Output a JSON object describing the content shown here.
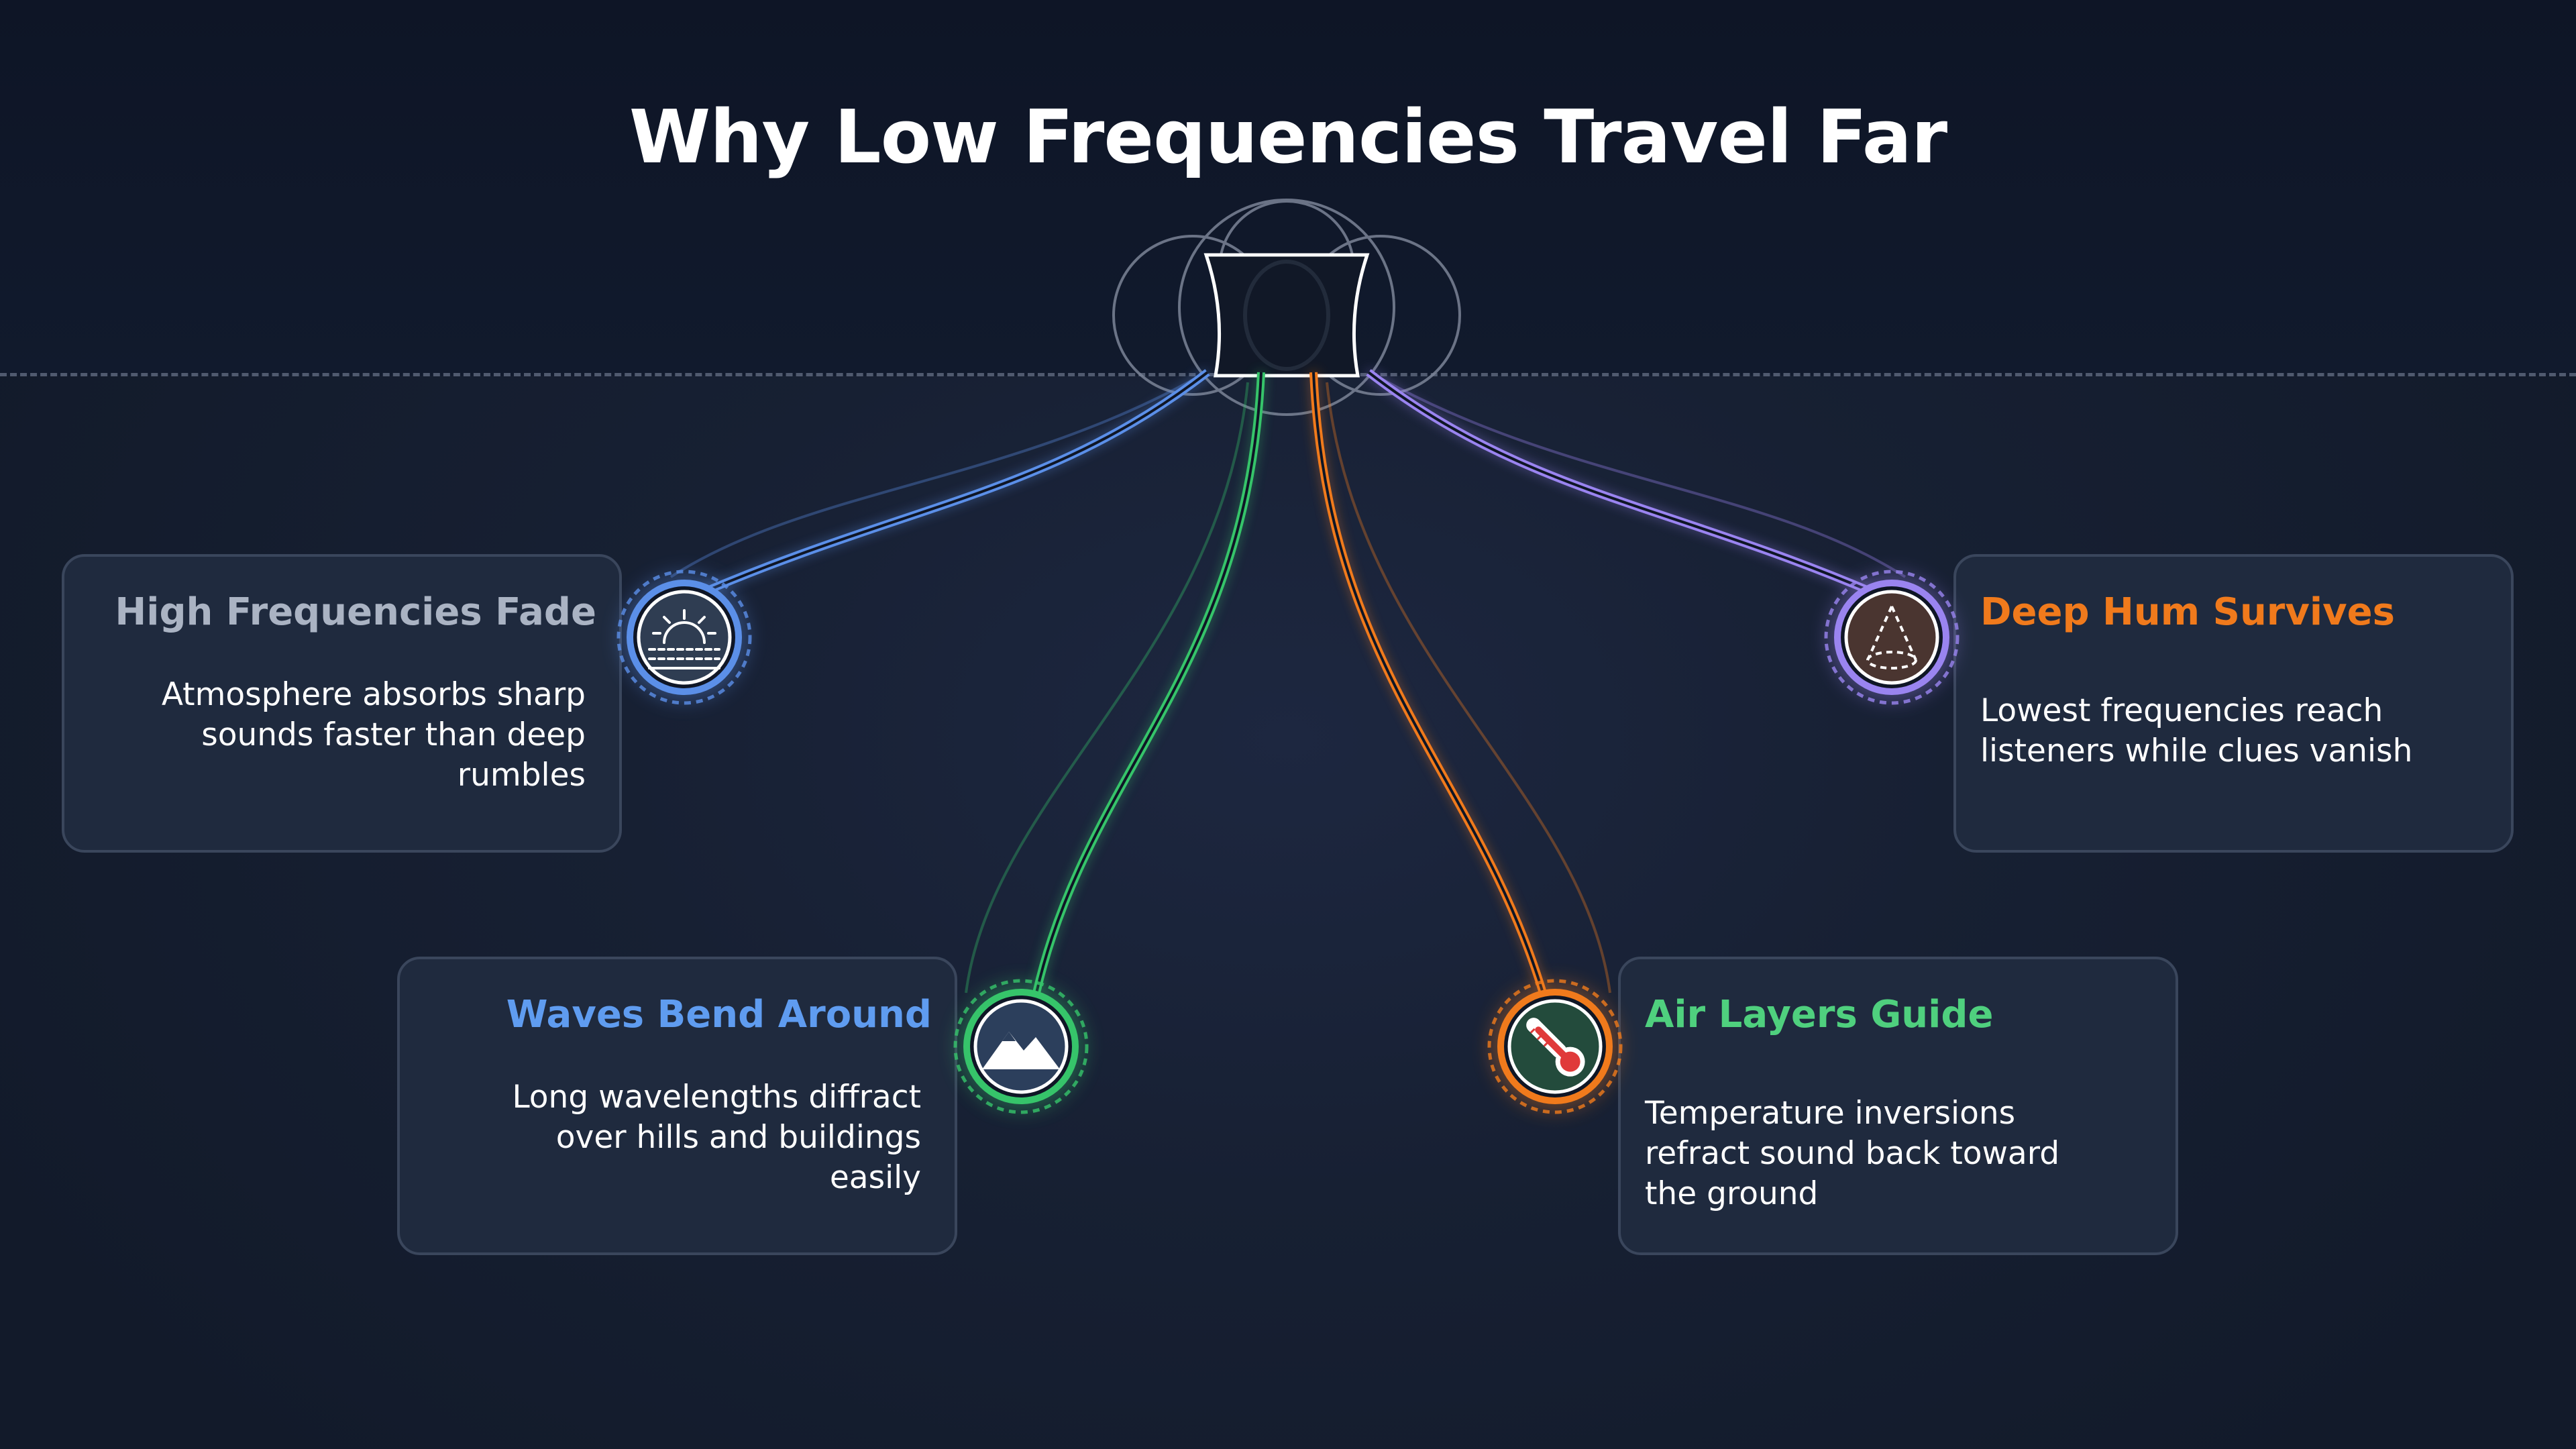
{
  "title": "Why Low Frequencies Travel Far",
  "colors": {
    "blue": "#5b8fe8",
    "green": "#36c46a",
    "orange": "#f07a1c",
    "purple": "#9a84f0",
    "background": "#151d2e",
    "card_fill": "#1f2a3e",
    "card_border": "#3a465c"
  },
  "hub": {
    "icon": "speaker-icon"
  },
  "cards": {
    "high": {
      "title": "High Frequencies Fade",
      "description": "Atmosphere absorbs sharp sounds faster than deep rumbles",
      "icon": "sunrise-icon"
    },
    "waves": {
      "title": "Waves Bend Around",
      "description": "Long wavelengths diffract over hills and buildings easily",
      "icon": "mountain-icon"
    },
    "deep": {
      "title": "Deep Hum Survives",
      "description": "Lowest frequencies reach listeners while clues vanish",
      "icon": "cone-icon"
    },
    "air": {
      "title": "Air Layers Guide",
      "description": "Temperature inversions refract sound back toward the ground",
      "icon": "thermometer-icon"
    }
  }
}
